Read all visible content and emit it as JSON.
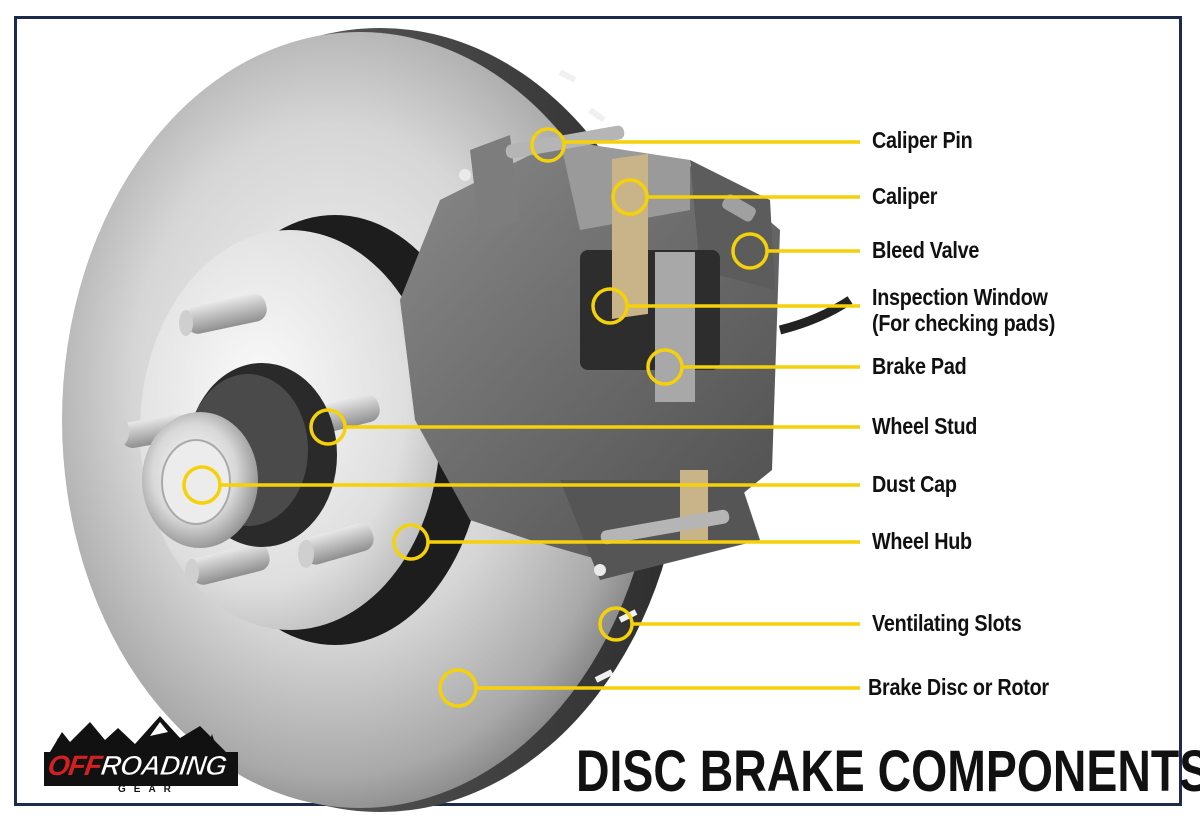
{
  "title": "DISC BRAKE COMPONENTS",
  "logo": {
    "text_main_red": "OFF",
    "text_main_white": "ROADING",
    "text_sub": "GEAR"
  },
  "colors": {
    "callout": "#f5d10a",
    "border": "#1c2b4a",
    "logo_red": "#d42020"
  },
  "callouts": [
    {
      "id": "caliper-pin",
      "label": "Caliper Pin"
    },
    {
      "id": "caliper",
      "label": "Caliper"
    },
    {
      "id": "bleed-valve",
      "label": "Bleed Valve"
    },
    {
      "id": "inspection-window",
      "label": "Inspection Window",
      "label2": "(For checking pads)"
    },
    {
      "id": "brake-pad",
      "label": "Brake Pad"
    },
    {
      "id": "wheel-stud",
      "label": "Wheel Stud"
    },
    {
      "id": "dust-cap",
      "label": "Dust Cap"
    },
    {
      "id": "wheel-hub",
      "label": "Wheel Hub"
    },
    {
      "id": "ventilating-slots",
      "label": "Ventilating Slots"
    },
    {
      "id": "brake-disc",
      "label": "Brake Disc or Rotor"
    }
  ]
}
